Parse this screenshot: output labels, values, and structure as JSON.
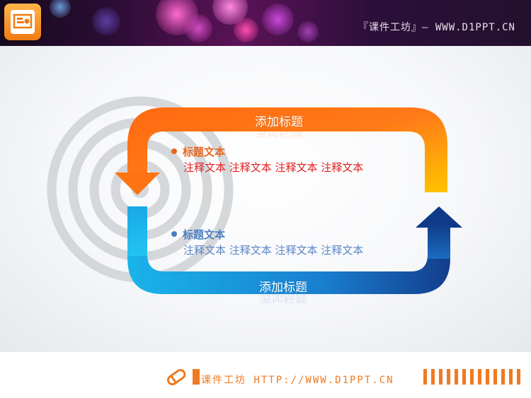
{
  "header": {
    "brand_text": "『课件工坊』— WWW.D1PPT.CN",
    "logo_icon": "presentation-icon"
  },
  "diagram": {
    "top_arrow_label": "添加标题",
    "bottom_arrow_label": "添加标题",
    "items": [
      {
        "title": "标题文本",
        "note": "注释文本  注释文本  注释文本  注释文本",
        "color": "#e8671c",
        "note_color": "#e02020"
      },
      {
        "title": "标题文本",
        "note": "注释文本  注释文本  注释文本  注释文本",
        "color": "#4a7ec2",
        "note_color": "#5b86c6"
      }
    ]
  },
  "footer": {
    "text": "课件工坊 HTTP://WWW.D1PPT.CN",
    "icon": "pencil-icon",
    "accent_color": "#f07a20"
  }
}
